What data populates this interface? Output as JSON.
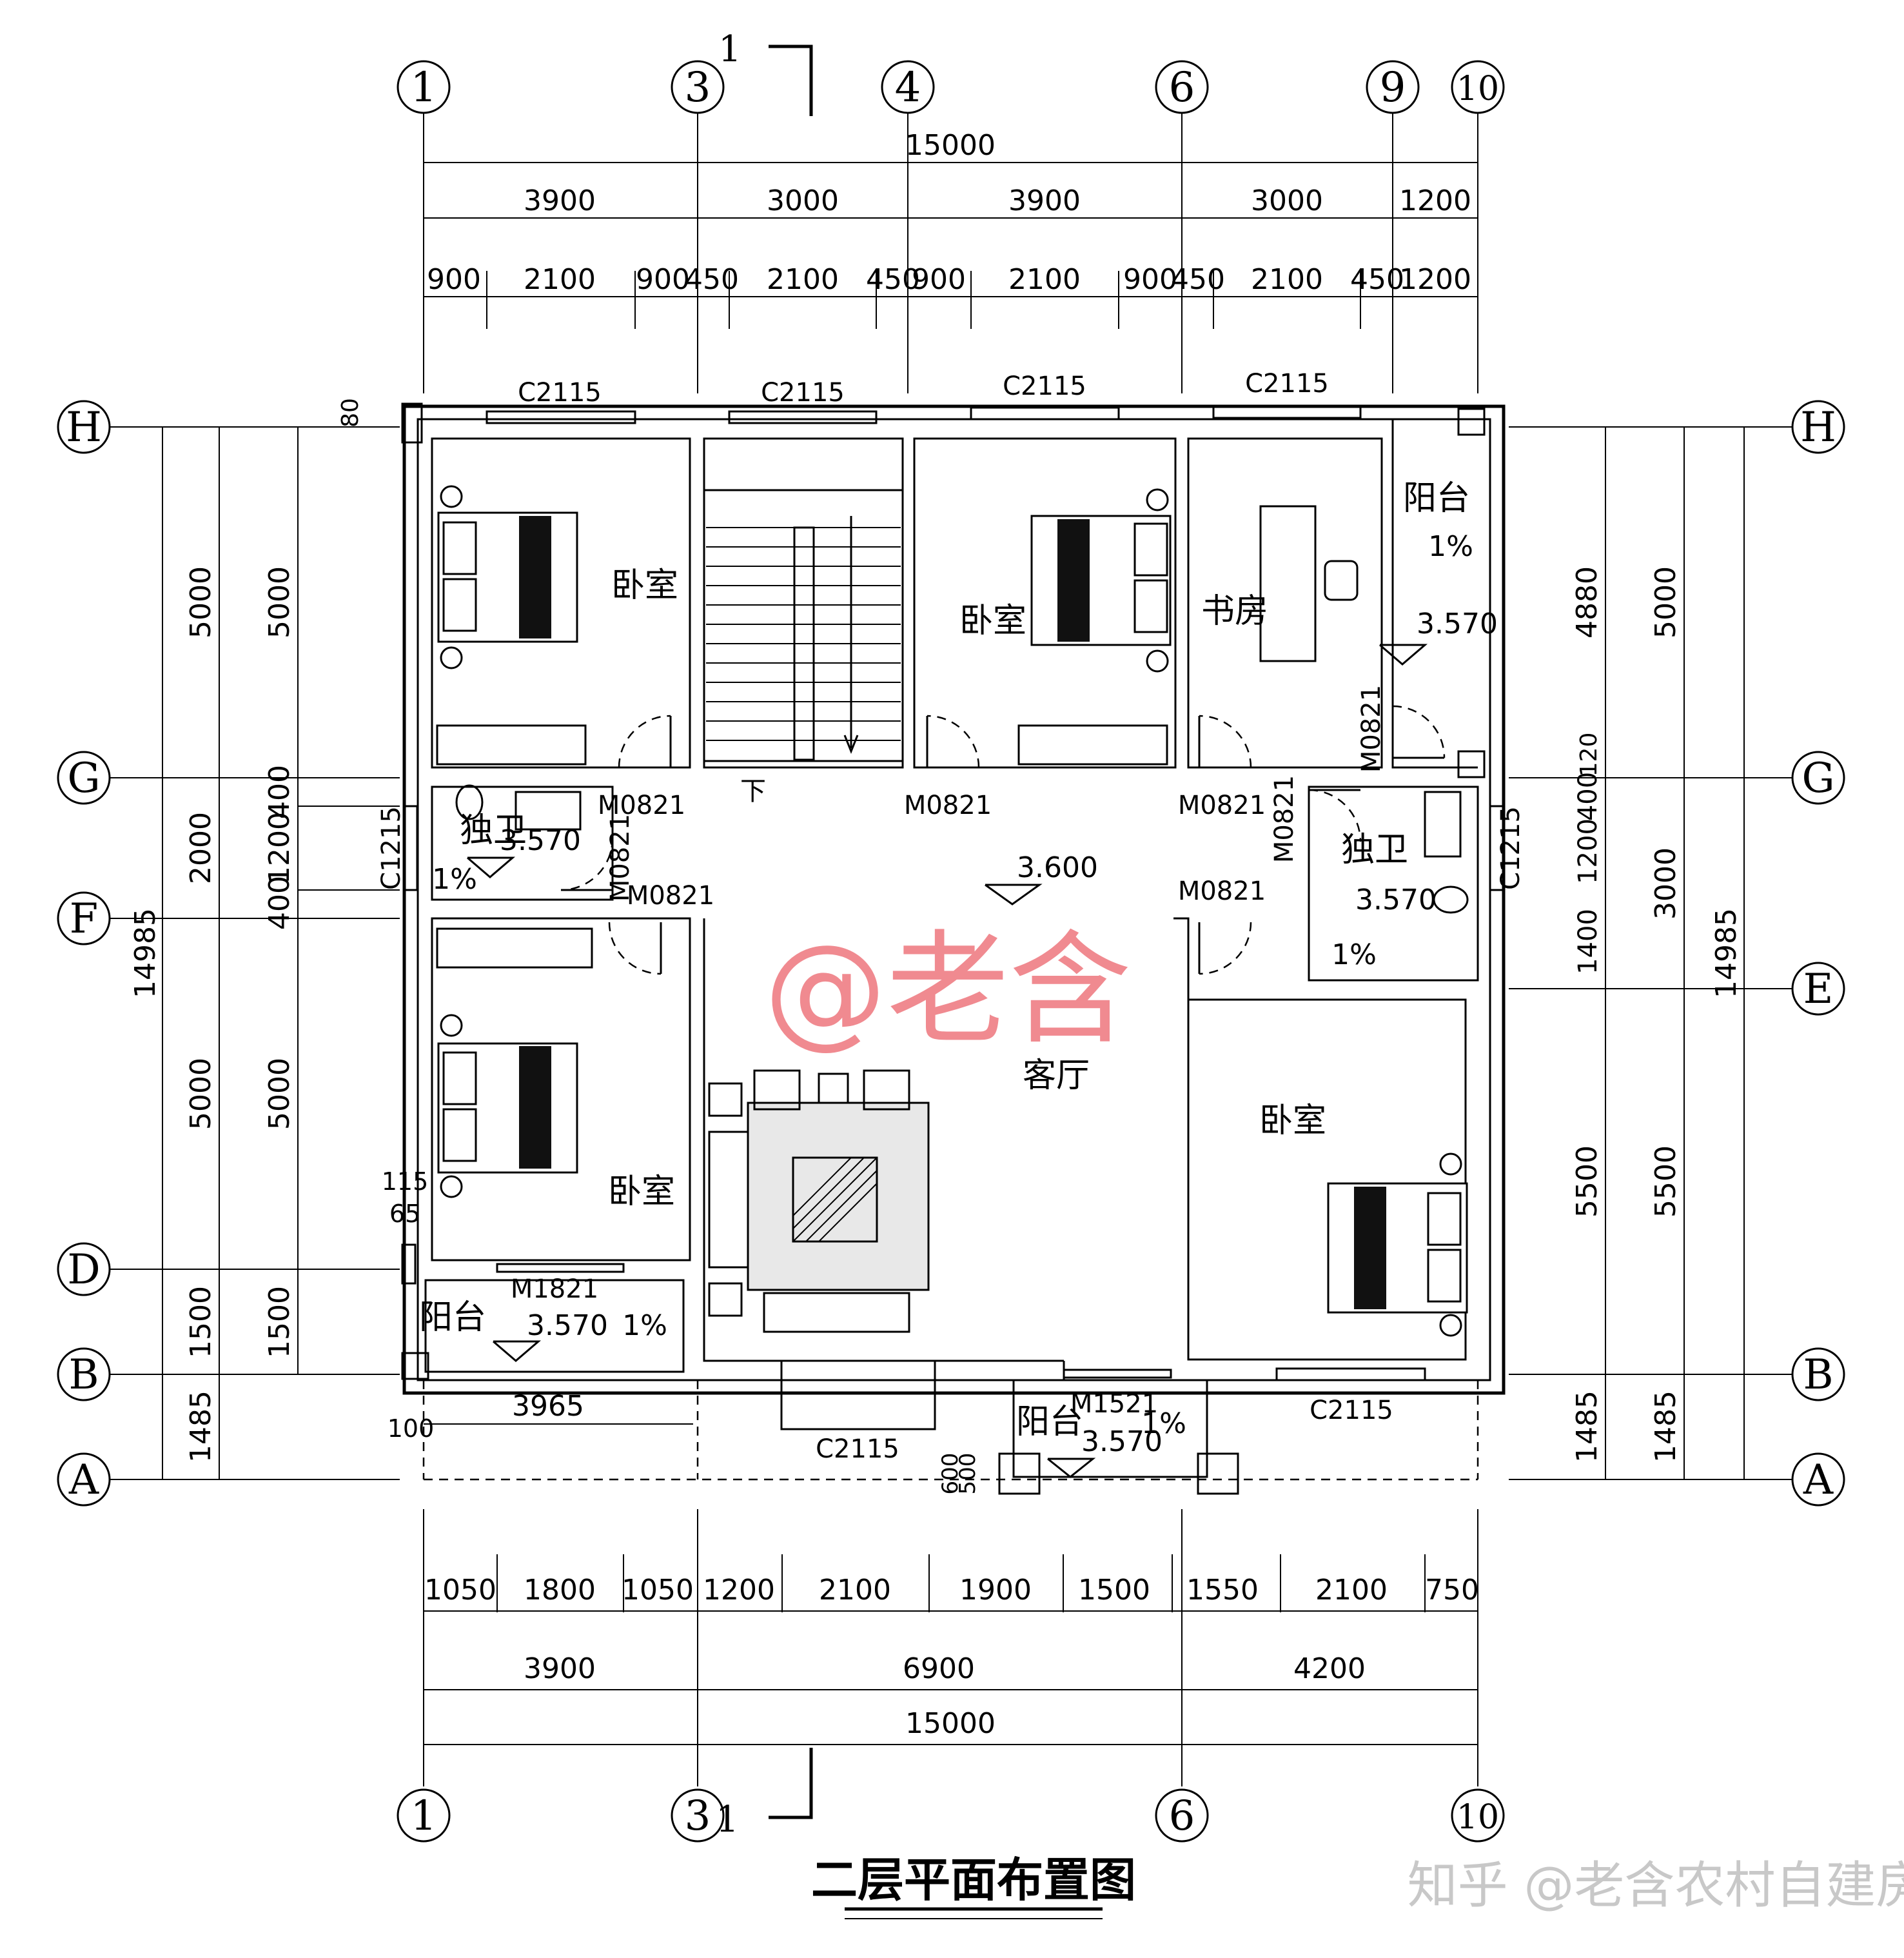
{
  "title": "二层平面布置图",
  "watermark": "@老含",
  "credit": "知乎 @老含农村自建房",
  "section_mark": "1",
  "axes_top": [
    "1",
    "3",
    "4",
    "6",
    "9",
    "10"
  ],
  "axes_bottom": [
    "1",
    "3",
    "6",
    "10"
  ],
  "axes_left": [
    "H",
    "G",
    "F",
    "D",
    "B",
    "A"
  ],
  "axes_right": [
    "H",
    "G",
    "E",
    "B",
    "A"
  ],
  "dims_top": {
    "total": "15000",
    "row2": [
      "3900",
      "3000",
      "3900",
      "3000",
      "1200"
    ],
    "row3": [
      "900",
      "2100",
      "900",
      "450",
      "2100",
      "450",
      "900",
      "2100",
      "900",
      "450",
      "2100",
      "450",
      "1200"
    ]
  },
  "dims_bottom": {
    "total": "15000",
    "row2": [
      "3900",
      "6900",
      "4200"
    ],
    "row1": [
      "1050",
      "1800",
      "1050",
      "1200",
      "2100",
      "1900",
      "1500",
      "1550",
      "2100",
      "750"
    ]
  },
  "dims_left": {
    "total": "14985",
    "outer": [
      "5000",
      "2000",
      "5000",
      "1500",
      "1485"
    ],
    "inner": [
      "5000",
      "400",
      "1200",
      "400",
      "5000",
      "1500"
    ],
    "small": [
      "80",
      "115",
      "65",
      "100"
    ]
  },
  "dims_right": {
    "total": "14985",
    "outer": [
      "5000",
      "3000",
      "5500",
      "1485"
    ],
    "inner": [
      "4880",
      "120",
      "400",
      "1200",
      "1400",
      "5500",
      "1485"
    ]
  },
  "rooms": {
    "bedroom_nw": "卧室",
    "bedroom_n": "卧室",
    "study": "书房",
    "balcony_ne": "阳台",
    "bath_w": "独卫",
    "bath_e": "独卫",
    "living": "客厅",
    "bedroom_sw": "卧室",
    "bedroom_se": "卧室",
    "balcony_sw": "阳台",
    "balcony_s": "阳台",
    "stair_down": "下"
  },
  "elevations": {
    "living": "3.600",
    "balcony_ne": "3.570",
    "bath_w": "3.570",
    "bath_e": "3.570",
    "balcony_sw": "3.570",
    "balcony_s": "3.570"
  },
  "slopes": {
    "balcony_ne": "1%",
    "bath_w": "1%",
    "bath_e": "1%",
    "balcony_sw": "1%",
    "balcony_s": "1%"
  },
  "windows": {
    "n1": "C2115",
    "n2": "C2115",
    "n3": "C2115",
    "n4": "C2115",
    "w_bath": "C1215",
    "e_bath": "C1215",
    "s_living": "C2115",
    "s_bed": "C2115"
  },
  "doors": {
    "d1": "M0821",
    "d2": "M0821",
    "d3": "M0821",
    "d4": "M0821",
    "d5": "M0821",
    "d6": "M0821",
    "d7": "M0821",
    "d8": "M0821",
    "balcony_sw": "M1821",
    "balcony_s": "M1521"
  },
  "balcony_sw_width": "3965",
  "small_dims_bottom": [
    "600",
    "500"
  ]
}
